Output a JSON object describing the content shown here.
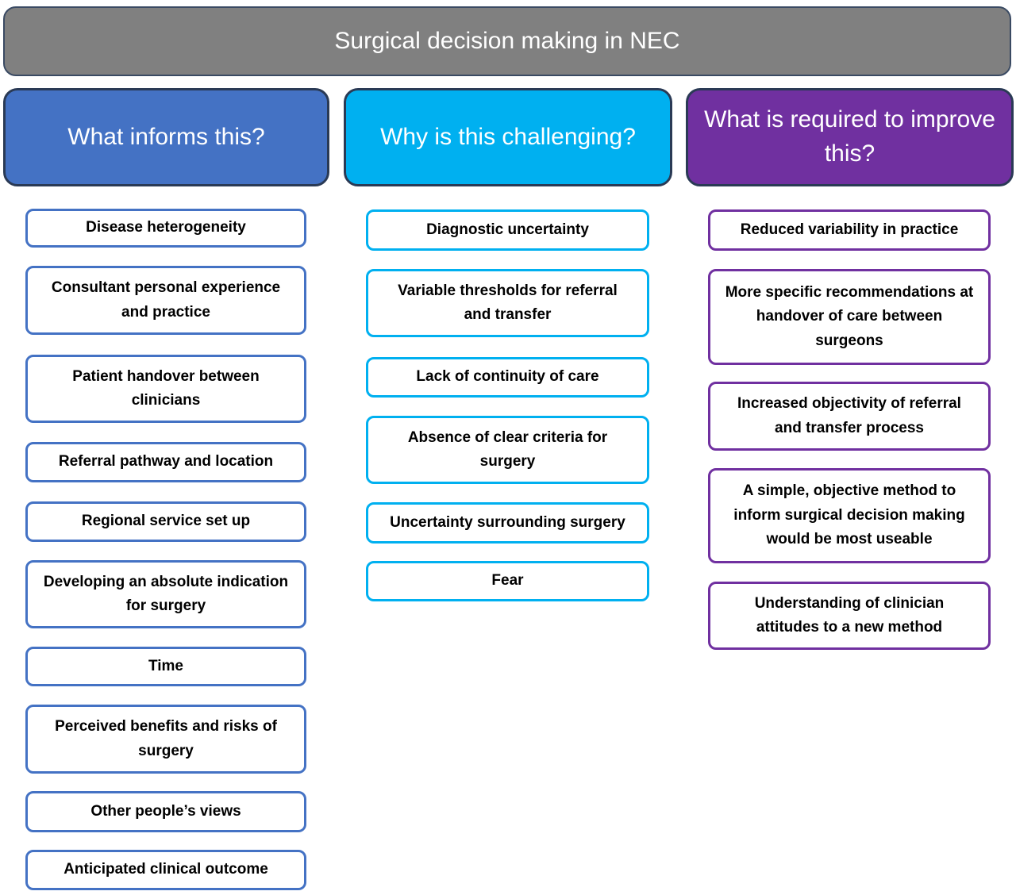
{
  "title": "Surgical decision making in NEC",
  "colors": {
    "title_fill": "#808080",
    "column_1": "#4472c4",
    "column_2": "#00b0f0",
    "column_3": "#7030a0",
    "outline": "#2a3a55"
  },
  "columns": [
    {
      "heading": "What informs this?",
      "items": [
        "Disease heterogeneity",
        "Consultant personal experience and practice",
        "Patient handover between clinicians",
        "Referral pathway and location",
        "Regional service set up",
        "Developing an absolute indication for surgery",
        "Time",
        "Perceived benefits and risks of surgery",
        "Other people’s views",
        "Anticipated clinical outcome"
      ]
    },
    {
      "heading": "Why is this challenging?",
      "items": [
        "Diagnostic uncertainty",
        "Variable thresholds for referral and transfer",
        "Lack of continuity of care",
        "Absence of clear criteria for surgery",
        "Uncertainty surrounding surgery",
        "Fear"
      ]
    },
    {
      "heading": "What is required to improve this?",
      "items": [
        "Reduced variability in practice",
        "More specific recommendations at handover of care between surgeons",
        "Increased objectivity of referral and transfer process",
        "A simple, objective method to inform surgical decision making would be most useable",
        "Understanding of clinician attitudes to a new method"
      ]
    }
  ]
}
